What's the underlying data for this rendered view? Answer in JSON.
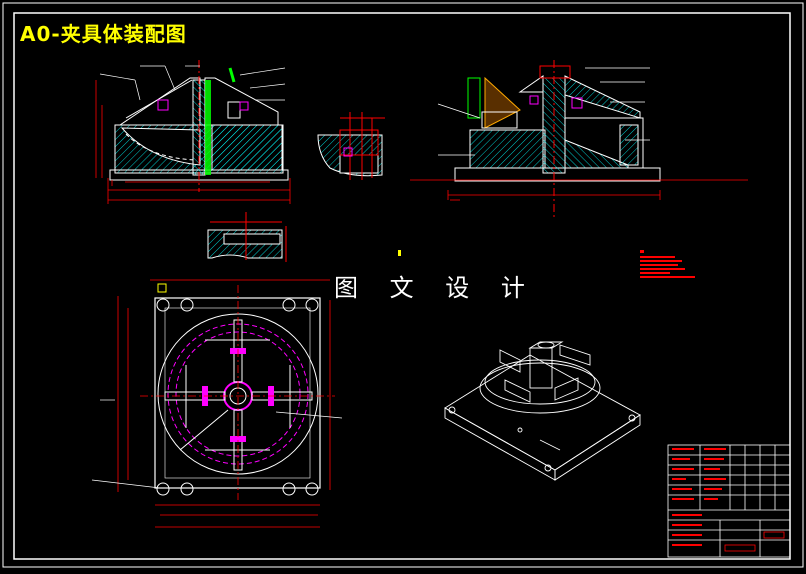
{
  "drawing": {
    "title": "A0-夹具体装配图",
    "watermark": "图 文 设 计"
  },
  "colors": {
    "background": "#000000",
    "frame": "#ffffff",
    "outline": "#ffffff",
    "dimension": "#ff0000",
    "hatch": "#00ffff",
    "hidden": "#ff00ff",
    "highlight": "#00ff00",
    "leader": "#ffffff",
    "title_text": "#ffff00",
    "label_mark": "#ffff00"
  },
  "views": [
    {
      "name": "front-section-view"
    },
    {
      "name": "side-section-view"
    },
    {
      "name": "partial-section-view"
    },
    {
      "name": "top-strip-view"
    },
    {
      "name": "plan-view"
    },
    {
      "name": "isometric-view"
    }
  ],
  "title_block": {
    "present": true
  },
  "notes_block": {
    "present": true
  }
}
